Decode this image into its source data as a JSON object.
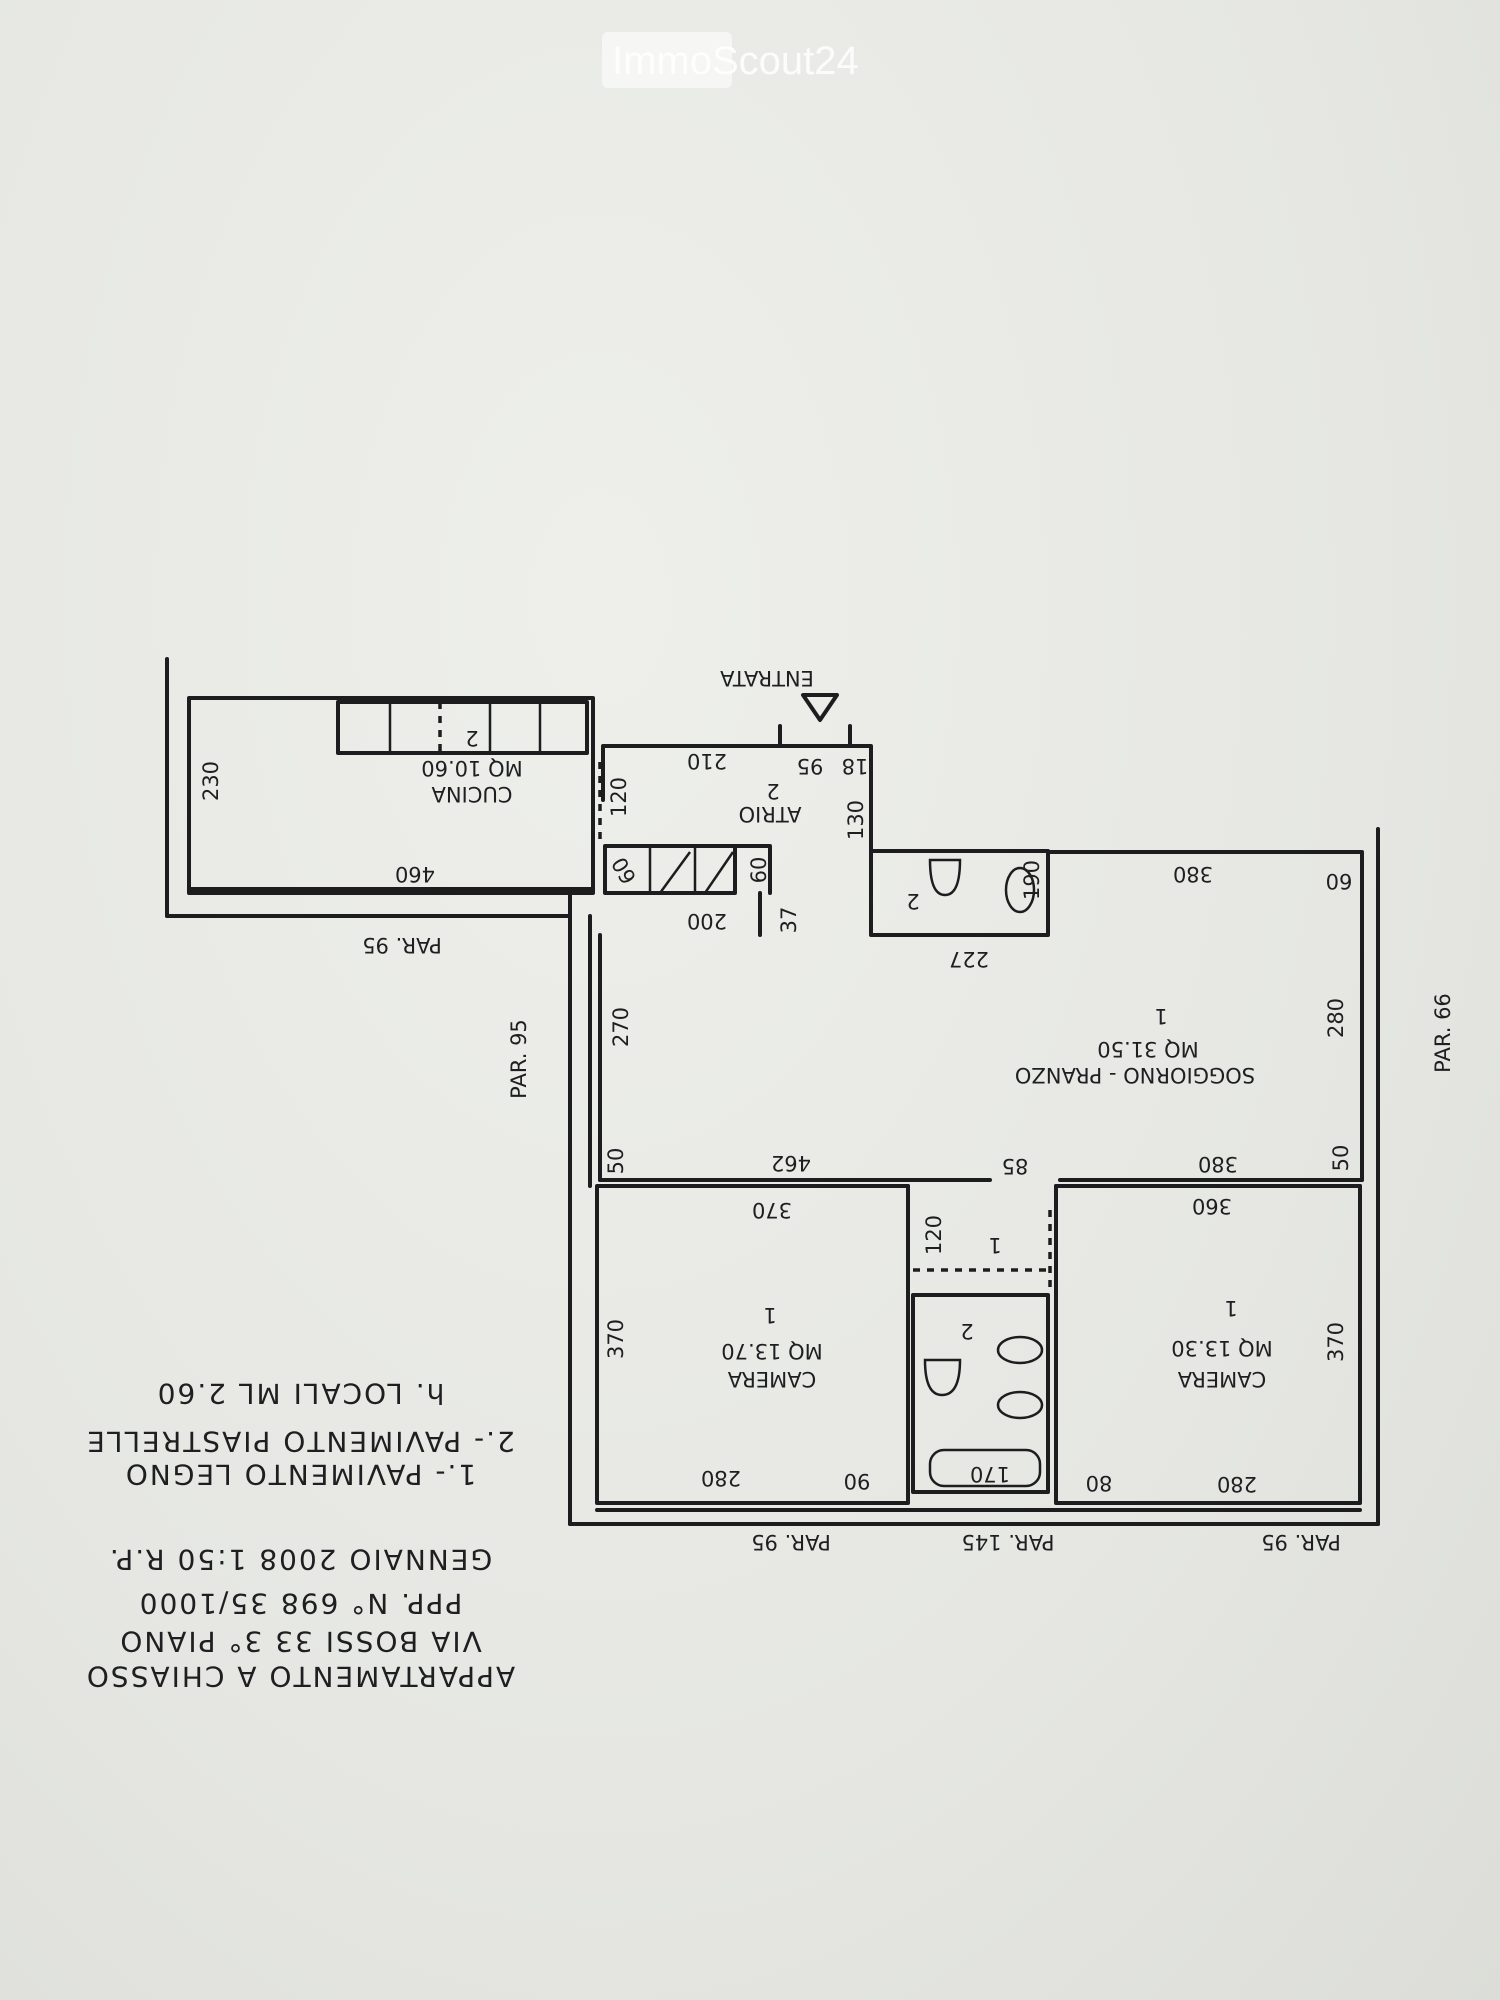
{
  "watermark": {
    "text": "ImmoScout24"
  },
  "entrance": {
    "label": "ENTRATA"
  },
  "rooms": {
    "cucina": {
      "name": "CUCINA",
      "area": "MQ 10.60",
      "floor": "2"
    },
    "atrio": {
      "name": "ATRIO",
      "floor": "2"
    },
    "bagno_piccolo": {
      "floor": "2"
    },
    "soggiorno": {
      "name": "SOGGIORNO - PRANZO",
      "area": "MQ 31.50",
      "floor": "1"
    },
    "camera_sx": {
      "name": "CAMERA",
      "area": "MQ 13.70",
      "floor": "1"
    },
    "camera_dx": {
      "name": "CAMERA",
      "area": "MQ 13.30",
      "floor": "1"
    },
    "disimpegno": {
      "floor": "1"
    },
    "bagno": {
      "floor": "2"
    }
  },
  "dimensions": {
    "cucina_h": "230",
    "cucina_w": "460",
    "atrio_210": "210",
    "atrio_95": "95",
    "atrio_18": "18",
    "atrio_120": "120",
    "atrio_130": "130",
    "arm_60a": "60",
    "arm_60b": "60",
    "d_200": "200",
    "d_37": "37",
    "bagno_227": "227",
    "bagno_190": "190",
    "sog_380_top": "380",
    "sog_60": "60",
    "sog_280": "280",
    "sog_270": "270",
    "sog_50_l": "50",
    "sog_462": "462",
    "door_85": "85",
    "sog_380_bot": "380",
    "sog_50_r": "50",
    "cam_l_370_top": "370",
    "cam_l_370_side": "370",
    "cam_r_360": "360",
    "cam_r_370_side": "370",
    "corr_120": "120",
    "cam_l_280": "280",
    "d_90": "90",
    "vasca_170": "170",
    "d_80": "80",
    "cam_r_280": "280"
  },
  "walls": {
    "par_95_kitchen": "PAR. 95",
    "par_95_left": "PAR. 95",
    "par_66": "PAR. 66",
    "par_95_bot_l": "PAR. 95",
    "par_145": "PAR. 145",
    "par_95_bot_r": "PAR. 95"
  },
  "title_block": {
    "line1": "APPARTAMENTO A CHIASSO",
    "line2": "VIA BOSSI 33   3° PIANO",
    "line3": "PPP. N° 698    35/1000",
    "line4": "GENNAIO 2008  1:50  R.P."
  },
  "legend": {
    "item1": "1.-  PAVIMENTO  LEGNO",
    "item2": "2.-  PAVIMENTO  PIASTRELLE",
    "height": "h.  LOCALI  ML  2.60"
  }
}
